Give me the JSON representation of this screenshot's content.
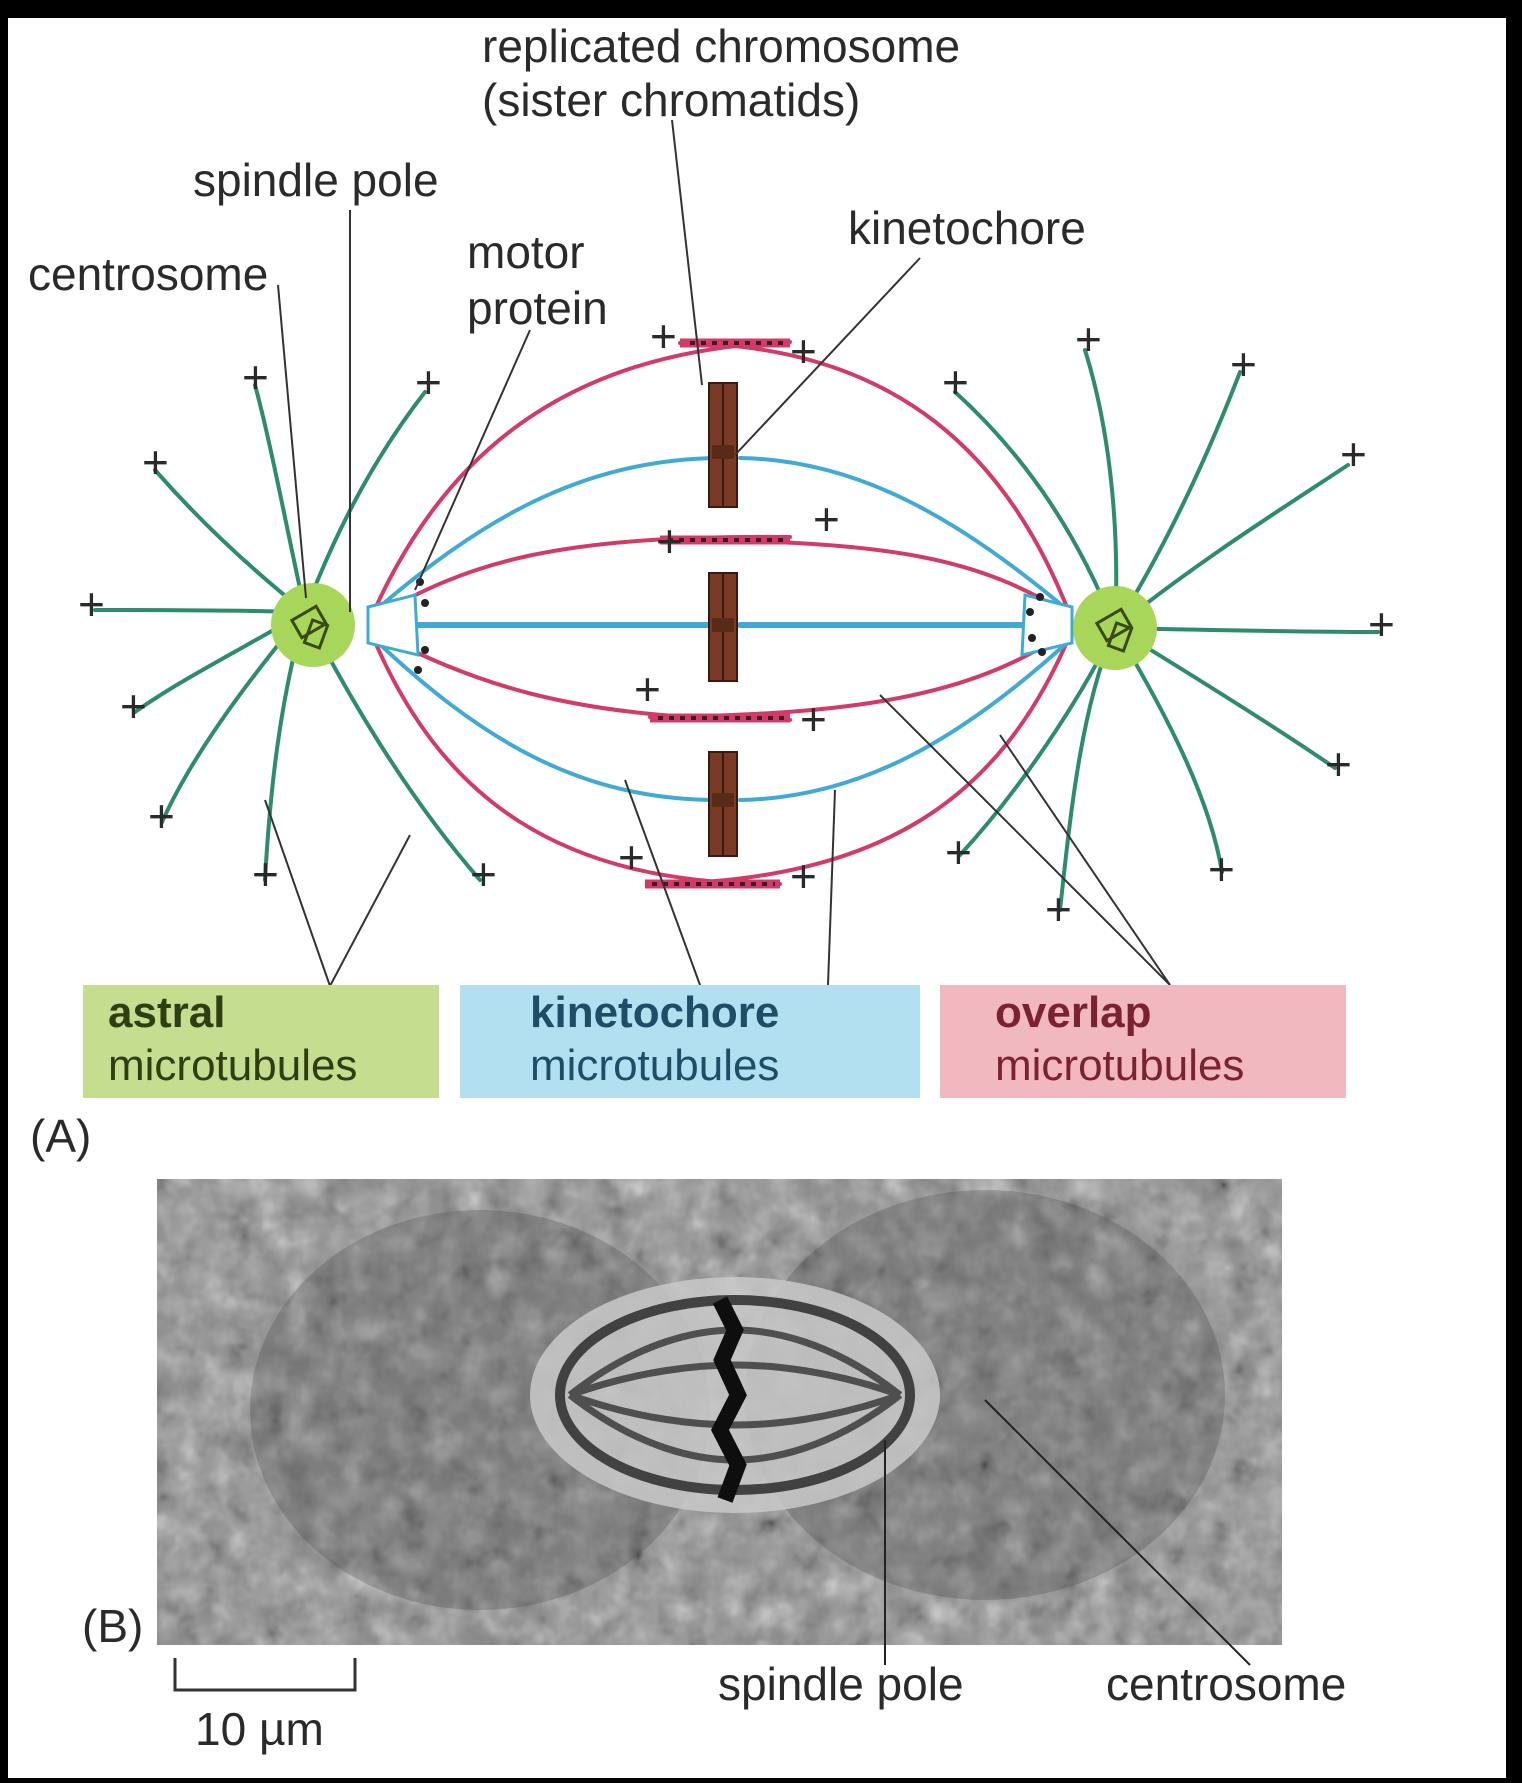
{
  "labels": {
    "replicated_chromosome_line1": "replicated chromosome",
    "replicated_chromosome_line2": "(sister chromatids)",
    "spindle_pole_top": "spindle pole",
    "centrosome_top": "centrosome",
    "motor_protein_line1": "motor",
    "motor_protein_line2": "protein",
    "kinetochore": "kinetochore",
    "panel_a": "(A)",
    "panel_b": "(B)",
    "spindle_pole_bottom": "spindle pole",
    "centrosome_bottom": "centrosome",
    "scale_bar": "10 µm"
  },
  "legend": {
    "astral_line1": "astral",
    "astral_line2": "microtubules",
    "kinetochore_line1": "kinetochore",
    "kinetochore_line2": "microtubules",
    "overlap_line1": "overlap",
    "overlap_line2": "microtubules"
  },
  "plus_sign": "+",
  "colors": {
    "astral": "#2e8b6e",
    "kinetochore_mt": "#41a9d6",
    "overlap_mt": "#d23b68",
    "chromosome": "#7a3b26",
    "centrosome_halo": "#a8d65a",
    "astral_box": "#c5dd8e",
    "kinetochore_box": "#b3e0f0",
    "overlap_box": "#f2b8c0",
    "astral_text": "#2f3d12",
    "kinetochore_text": "#1f4c66",
    "overlap_text": "#7a2232"
  }
}
